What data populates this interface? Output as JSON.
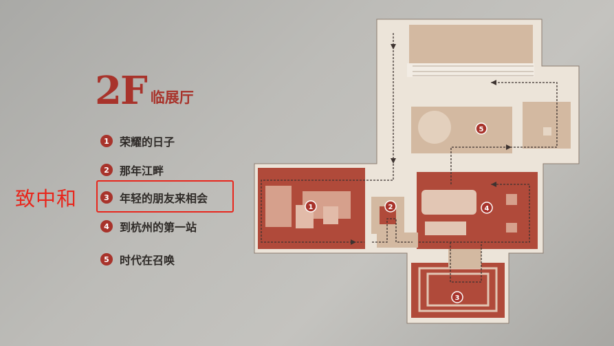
{
  "floor": {
    "number": "2F",
    "hall_name": "临展厅"
  },
  "legend": {
    "items": [
      {
        "num": "1",
        "label": "荣耀的日子"
      },
      {
        "num": "2",
        "label": "那年江畔"
      },
      {
        "num": "3",
        "label": "年轻的朋友来相会"
      },
      {
        "num": "4",
        "label": "到杭州的第一站"
      },
      {
        "num": "5",
        "label": "时代在召唤"
      }
    ]
  },
  "annotation": {
    "text": "致中和"
  },
  "colors": {
    "accent": "#a8332b",
    "highlight": "#e8261c",
    "room_light": "#d2b8a0",
    "room_dark": "#b04a3a"
  }
}
